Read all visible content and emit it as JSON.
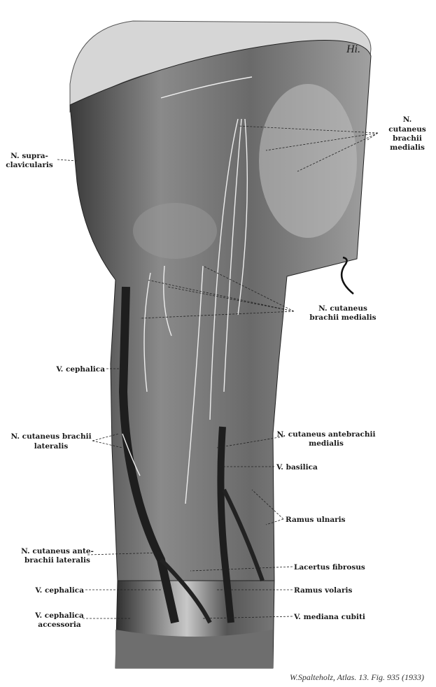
{
  "figure": {
    "annotation_mark": "Hi.",
    "credit": "W.Spalteholz, Atlas. 13. Fig. 935 (1933)"
  },
  "labels": {
    "supraclavicularis": [
      "N. supra-",
      "clavicularis"
    ],
    "cutaneus_brachii_medialis_top": [
      "N.",
      "cutaneus",
      "brachii",
      "medialis"
    ],
    "cutaneus_brachii_medialis_mid": [
      "N. cutaneus",
      "brachii medialis"
    ],
    "cephalica_upper": "V. cephalica",
    "cutaneus_brachii_lateralis": [
      "N. cutaneus brachii",
      "lateralis"
    ],
    "cutaneus_antebrachii_medialis": [
      "N. cutaneus antebrachii",
      "medialis"
    ],
    "basilica": "V. basilica",
    "ramus_ulnaris": "Ramus ulnaris",
    "cutaneus_antebrachii_lateralis": [
      "N. cutaneus ante-",
      "brachii lateralis"
    ],
    "lacertus_fibrosus": "Lacertus fibrosus",
    "cephalica_lower": "V. cephalica",
    "ramus_volaris": "Ramus volaris",
    "cephalica_accessoria": [
      "V. cephalica",
      "accessoria"
    ],
    "mediana_cubiti": "V. mediana cubiti"
  }
}
